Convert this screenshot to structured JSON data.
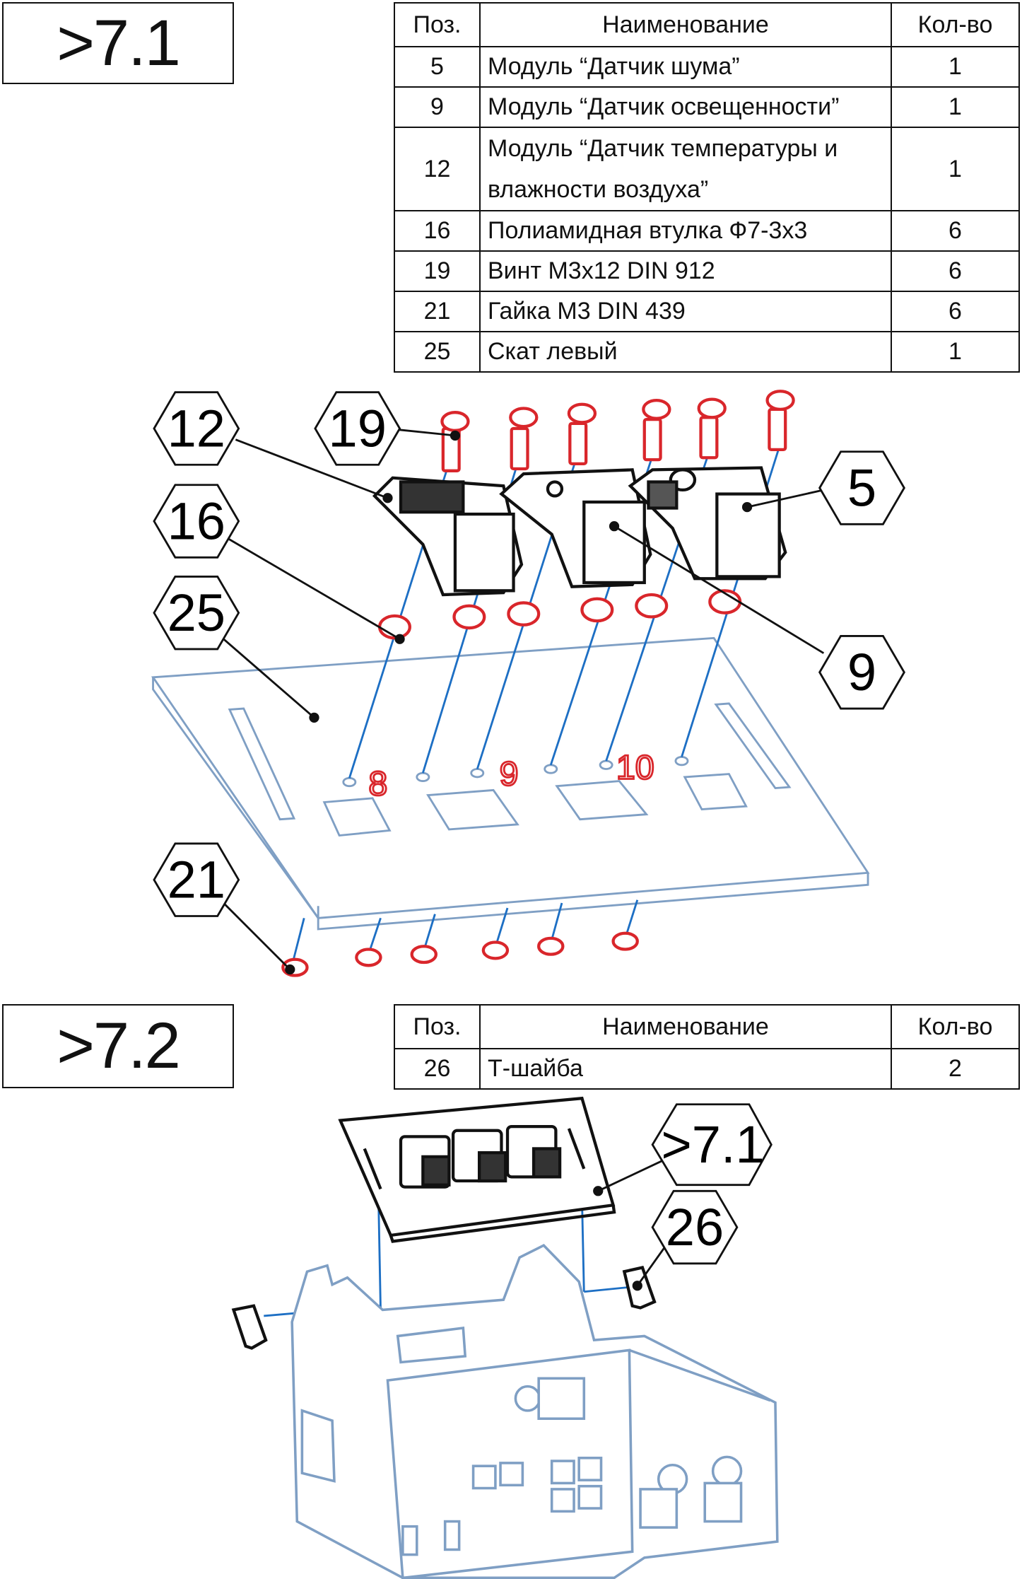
{
  "step1": {
    "label": ">7.1",
    "table": {
      "headers": [
        "Поз.",
        "Наименование",
        "Кол-во"
      ],
      "rows": [
        {
          "pos": "5",
          "name": "Модуль “Датчик шума”",
          "qty": "1"
        },
        {
          "pos": "9",
          "name": "Модуль “Датчик освещенности”",
          "qty": "1"
        },
        {
          "pos": "12",
          "name": "Модуль “Датчик температуры и влажности воздуха”",
          "qty": "1"
        },
        {
          "pos": "16",
          "name": "Полиамидная втулка Ф7-3x3",
          "qty": "6"
        },
        {
          "pos": "19",
          "name": "Винт M3x12 DIN 912",
          "qty": "6"
        },
        {
          "pos": "21",
          "name": "Гайка M3 DIN 439",
          "qty": "6"
        },
        {
          "pos": "25",
          "name": "Скат левый",
          "qty": "1"
        }
      ]
    },
    "callouts": [
      "12",
      "19",
      "16",
      "25",
      "21",
      "5",
      "9"
    ],
    "plate_marks": [
      "8",
      "9",
      "10"
    ]
  },
  "step2": {
    "label": ">7.2",
    "table": {
      "headers": [
        "Поз.",
        "Наименование",
        "Кол-во"
      ],
      "rows": [
        {
          "pos": "26",
          "name": "Т-шайба",
          "qty": "2"
        }
      ]
    },
    "callouts": [
      ">7.1",
      "26"
    ]
  },
  "colors": {
    "part_red": "#d9262b",
    "assembly_blue": "#7f9fc4",
    "axis_blue": "#1d6fc4",
    "ink": "#111111"
  }
}
